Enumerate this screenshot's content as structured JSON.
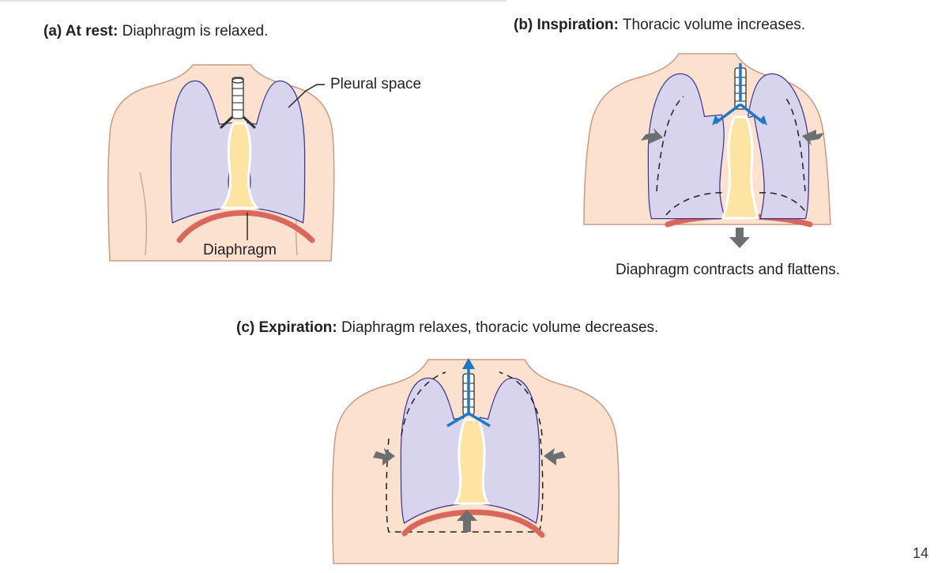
{
  "panel_a": {
    "caption_bold": "(a) At rest:",
    "caption_rest": "Diaphragm is relaxed.",
    "label_pleural": "Pleural space",
    "label_diaphragm": "Diaphragm"
  },
  "panel_b": {
    "caption_bold": "(b) Inspiration:",
    "caption_rest": "Thoracic volume increases.",
    "label_diaphragm": "Diaphragm contracts and flattens."
  },
  "panel_c": {
    "caption_bold": "(c) Expiration:",
    "caption_rest": "Diaphragm relaxes, thoracic volume decreases."
  },
  "page_number": "14",
  "colors": {
    "skin": "#fce1cf",
    "skin_outline": "#c99a85",
    "lung": "#d9d4ee",
    "lung_outline": "#3d3590",
    "mediastinum": "#fde4a2",
    "diaphragm": "#d9675c",
    "air_arrow": "#1f78c1",
    "movement_arrow": "#6d6e71"
  }
}
